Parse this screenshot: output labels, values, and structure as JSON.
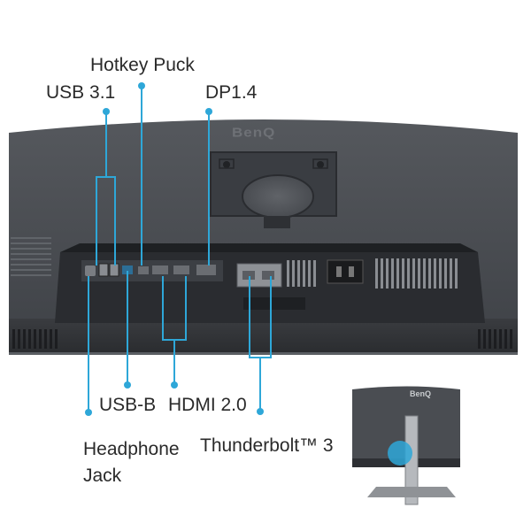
{
  "labels": {
    "hotkey_puck": "Hotkey Puck",
    "usb31": "USB 3.1",
    "dp14": "DP1.4",
    "usbb": "USB-B",
    "hdmi20": "HDMI 2.0",
    "headphone_line1": "Headphone",
    "headphone_line2": "Jack",
    "thunderbolt": "Thunderbolt™ 3"
  },
  "brand": {
    "main_logo": "BenQ",
    "inset_logo": "BenQ"
  },
  "colors": {
    "callout": "#2ea7d8",
    "monitor_body": "#4a4d52",
    "monitor_dark": "#2b2d31",
    "port_plate": "#3a3d42",
    "stand": "#8f9296"
  }
}
